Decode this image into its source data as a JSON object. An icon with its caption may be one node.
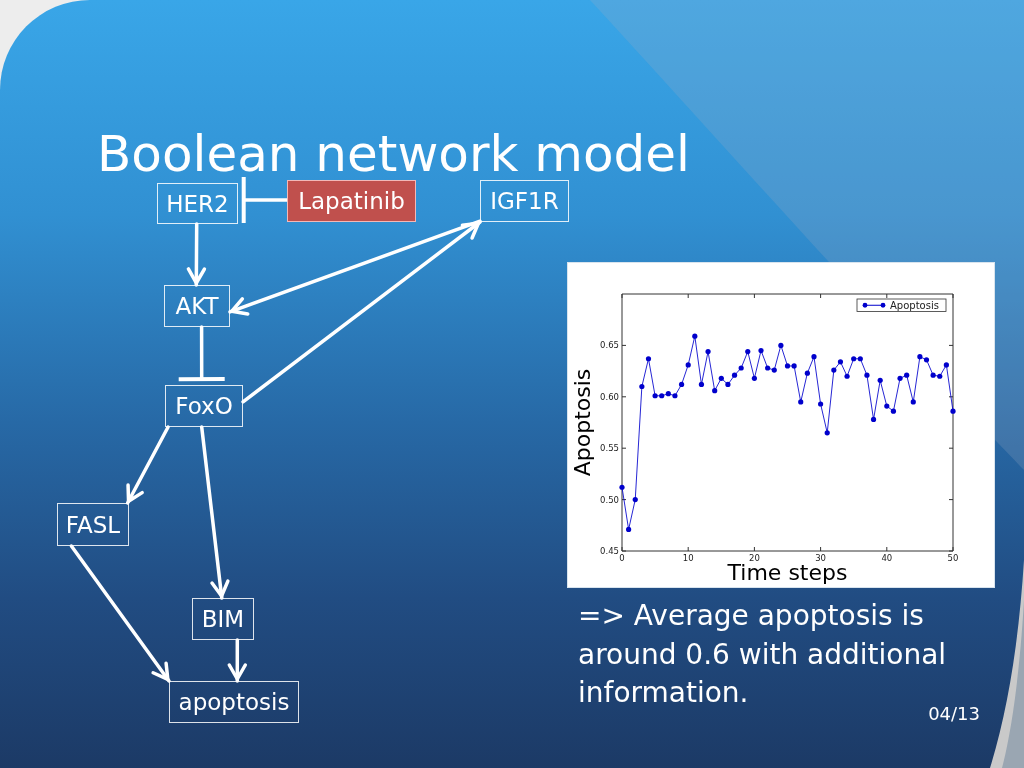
{
  "diagram": {
    "title": "Boolean network model",
    "nodes": [
      {
        "text": [
          "HER2"
        ]
      },
      {
        "text": [
          "Lapatinib"
        ]
      },
      {
        "text": [
          "IGF1R"
        ]
      },
      {
        "text": [
          "AKT"
        ]
      },
      {
        "text": [
          "FoxO"
        ]
      },
      {
        "text": [
          "FASL"
        ]
      },
      {
        "text": [
          "BIM"
        ]
      },
      {
        "text": [
          "apoptosis"
        ]
      }
    ],
    "edges": [
      {
        "from": 1,
        "to": 0,
        "arrow": "other"
      },
      {
        "from": 0,
        "to": 3,
        "arrow": "to"
      },
      {
        "from": 2,
        "to": 3,
        "arrow": "to"
      },
      {
        "from": 4,
        "to": 2,
        "arrow": "to"
      },
      {
        "from": 3,
        "to": 4,
        "arrow": "other"
      },
      {
        "from": 4,
        "to": 5,
        "arrow": "to"
      },
      {
        "from": 4,
        "to": 6,
        "arrow": "to"
      },
      {
        "from": 5,
        "to": 7,
        "arrow": "to"
      },
      {
        "from": 6,
        "to": 7,
        "arrow": "to"
      }
    ],
    "labels": [
      "=> Average apoptosis is around 0.6 with additional information.",
      "04/13"
    ],
    "chart_data": {
      "type": "line",
      "xlabel": "Time steps",
      "ylabel": "Apoptosis",
      "x": [
        0,
        1,
        2,
        3,
        4,
        5,
        6,
        7,
        8,
        9,
        10,
        11,
        12,
        13,
        14,
        15,
        16,
        17,
        18,
        19,
        20,
        21,
        22,
        23,
        24,
        25,
        26,
        27,
        28,
        29,
        30,
        31,
        32,
        33,
        34,
        35,
        36,
        37,
        38,
        39,
        40,
        41,
        42,
        43,
        44,
        45,
        46,
        47,
        48,
        49,
        50
      ],
      "series": [
        {
          "name": "Apoptosis",
          "color": "#0000cc",
          "values": [
            0.512,
            0.471,
            0.5,
            0.61,
            0.637,
            0.601,
            0.601,
            0.603,
            0.601,
            0.612,
            0.631,
            0.659,
            0.612,
            0.644,
            0.606,
            0.618,
            0.612,
            0.621,
            0.628,
            0.644,
            0.618,
            0.645,
            0.628,
            0.626,
            0.65,
            0.63,
            0.63,
            0.595,
            0.623,
            0.639,
            0.593,
            0.565,
            0.626,
            0.634,
            0.62,
            0.637,
            0.637,
            0.621,
            0.578,
            0.616,
            0.591,
            0.586,
            0.618,
            0.621,
            0.595,
            0.639,
            0.636,
            0.621,
            0.62,
            0.631,
            0.586
          ]
        }
      ],
      "xlim": [
        0,
        50
      ],
      "ylim": [
        0.45,
        0.7
      ],
      "xticks": [
        0,
        10,
        20,
        30,
        40,
        50
      ],
      "yticks": [
        0.45,
        {
          "value": 0.5,
          "label": "0.50"
        },
        0.55,
        {
          "value": 0.6,
          "label": "0.60"
        },
        0.65
      ]
    }
  }
}
